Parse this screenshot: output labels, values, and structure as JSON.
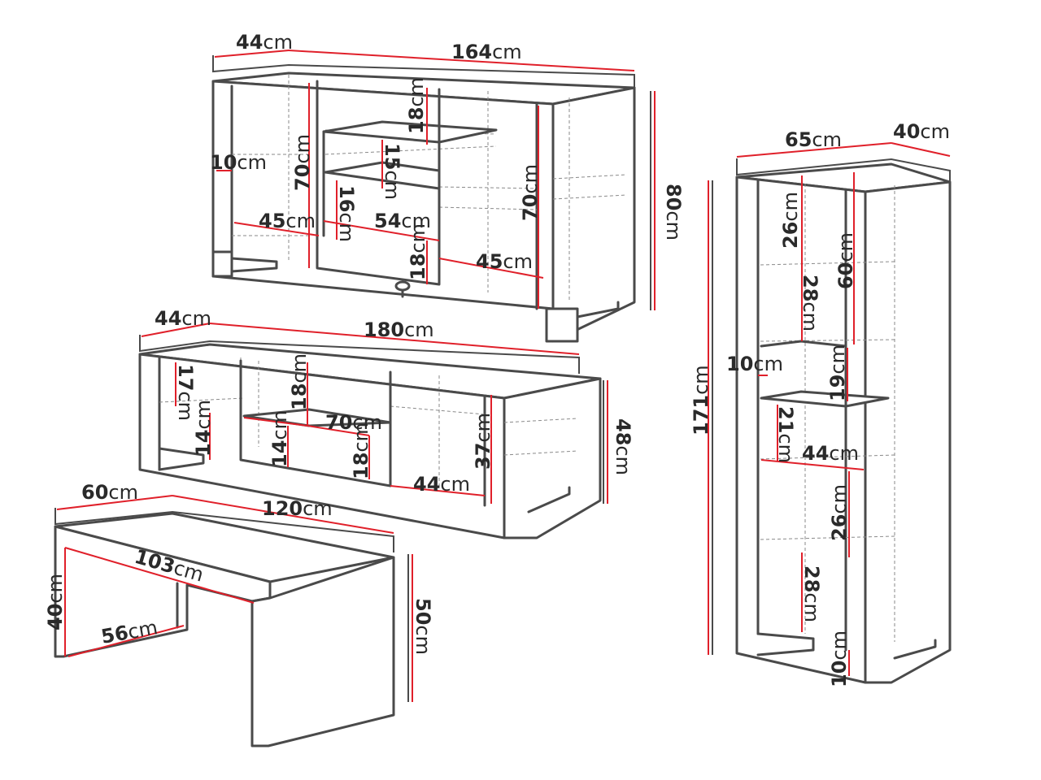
{
  "unit": "cm",
  "colors": {
    "outline": "#4a4a4a",
    "dimension_line": "#e0202a",
    "text": "#2a2a2a"
  },
  "sideboard": {
    "depth": "44",
    "width": "164",
    "height": "80",
    "inner_top_shelf": "18",
    "door_height_left": "70",
    "door_height_right": "70",
    "side_offset": "10",
    "mid_shelf": "15",
    "drawer": "16",
    "inner_width_left": "45",
    "inner_width_mid": "54",
    "drawer_low": "18",
    "inner_width_right": "45"
  },
  "tv_stand": {
    "depth": "44",
    "width": "180",
    "height": "48",
    "left_upper": "17",
    "left_lower": "14",
    "mid_upper": "18",
    "mid_width": "70",
    "mid_lower_left": "14",
    "mid_lower_right": "18",
    "bottom_width": "44",
    "right_inner": "37"
  },
  "coffee_table": {
    "depth": "60",
    "width": "120",
    "inner_width": "103",
    "inner_depth": "56",
    "inner_height": "40",
    "height": "50"
  },
  "bookcase": {
    "width": "65",
    "depth": "40",
    "height": "171",
    "top_shelf": "26",
    "upper_gap": "28",
    "right_tall": "60",
    "side_offset": "10",
    "small_gap": "19",
    "mid_gap": "21",
    "inner_width": "44",
    "lower_gap": "26",
    "bottom_gap": "28",
    "plinth": "10"
  }
}
